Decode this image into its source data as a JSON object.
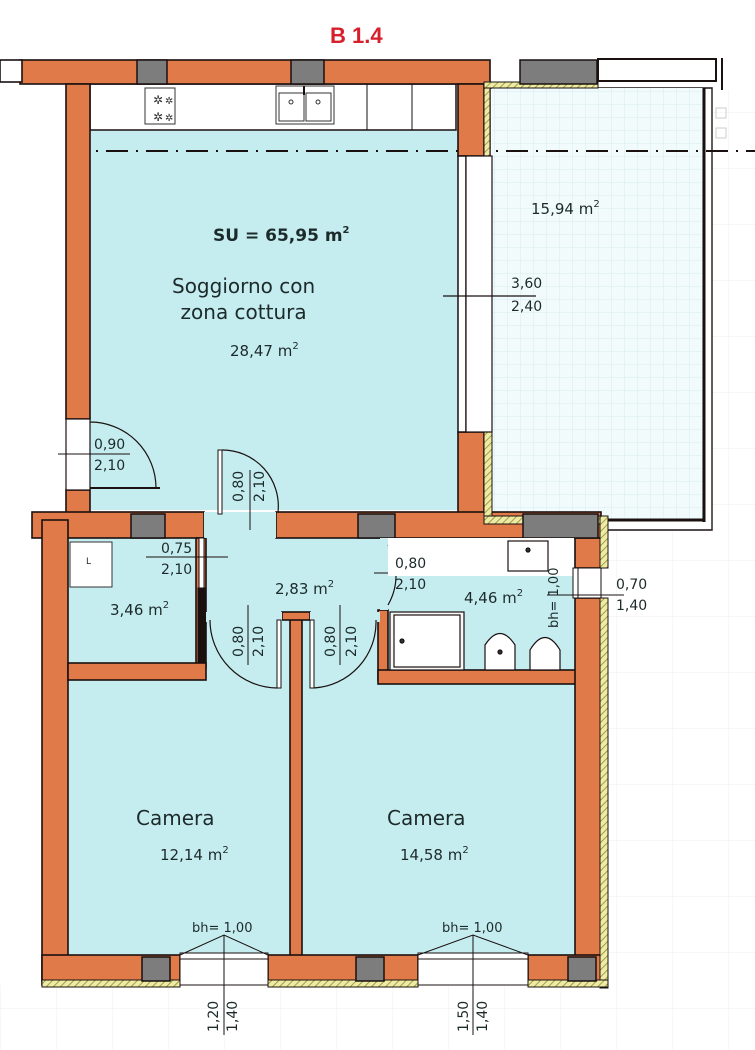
{
  "title": "B 1.4",
  "summary": {
    "label": "SU = 65,95 m",
    "unit_sup": "2"
  },
  "colors": {
    "wall": "#e07a48",
    "room_fill": "#c5edf0",
    "balcony_fill": "#eef9fb",
    "grid": "#d9eef2",
    "outline": "#1a1010",
    "column": "#7d7d7d",
    "insulation": "#e8e59a",
    "title": "#d6202c"
  },
  "rooms": [
    {
      "id": "soggiorno",
      "name_line1": "Soggiorno con",
      "name_line2": "zona cottura",
      "area": "28,47 m",
      "sup": "2"
    },
    {
      "id": "balcone",
      "area": "15,94 m",
      "sup": "2"
    },
    {
      "id": "ripostiglio",
      "area": "3,46 m",
      "sup": "2",
      "label": "L"
    },
    {
      "id": "disimpegno",
      "area": "2,83 m",
      "sup": "2"
    },
    {
      "id": "bagno",
      "area": "4,46 m",
      "sup": "2"
    },
    {
      "id": "camera1",
      "name": "Camera",
      "area": "12,14 m",
      "sup": "2"
    },
    {
      "id": "camera2",
      "name": "Camera",
      "area": "14,58 m",
      "sup": "2"
    }
  ],
  "openings": {
    "balcony_door": {
      "width": "3,60",
      "height": "2,40"
    },
    "entrance_door": {
      "width": "0,90",
      "height": "2,10"
    },
    "living_door": {
      "width": "0,80",
      "height": "2,10"
    },
    "storage_door": {
      "width": "0,75",
      "height": "2,10"
    },
    "bath_door": {
      "width": "0,80",
      "height": "2,10"
    },
    "camera1_door": {
      "width": "0,80",
      "height": "2,10"
    },
    "camera2_door": {
      "width": "0,80",
      "height": "2,10"
    },
    "bath_window": {
      "width": "0,70",
      "height": "1,40",
      "sill": "bh= 1,00"
    },
    "camera1_window": {
      "width": "1,20",
      "height": "1,40",
      "sill": "bh= 1,00"
    },
    "camera2_window": {
      "width": "1,50",
      "height": "1,40",
      "sill": "bh= 1,00"
    }
  }
}
